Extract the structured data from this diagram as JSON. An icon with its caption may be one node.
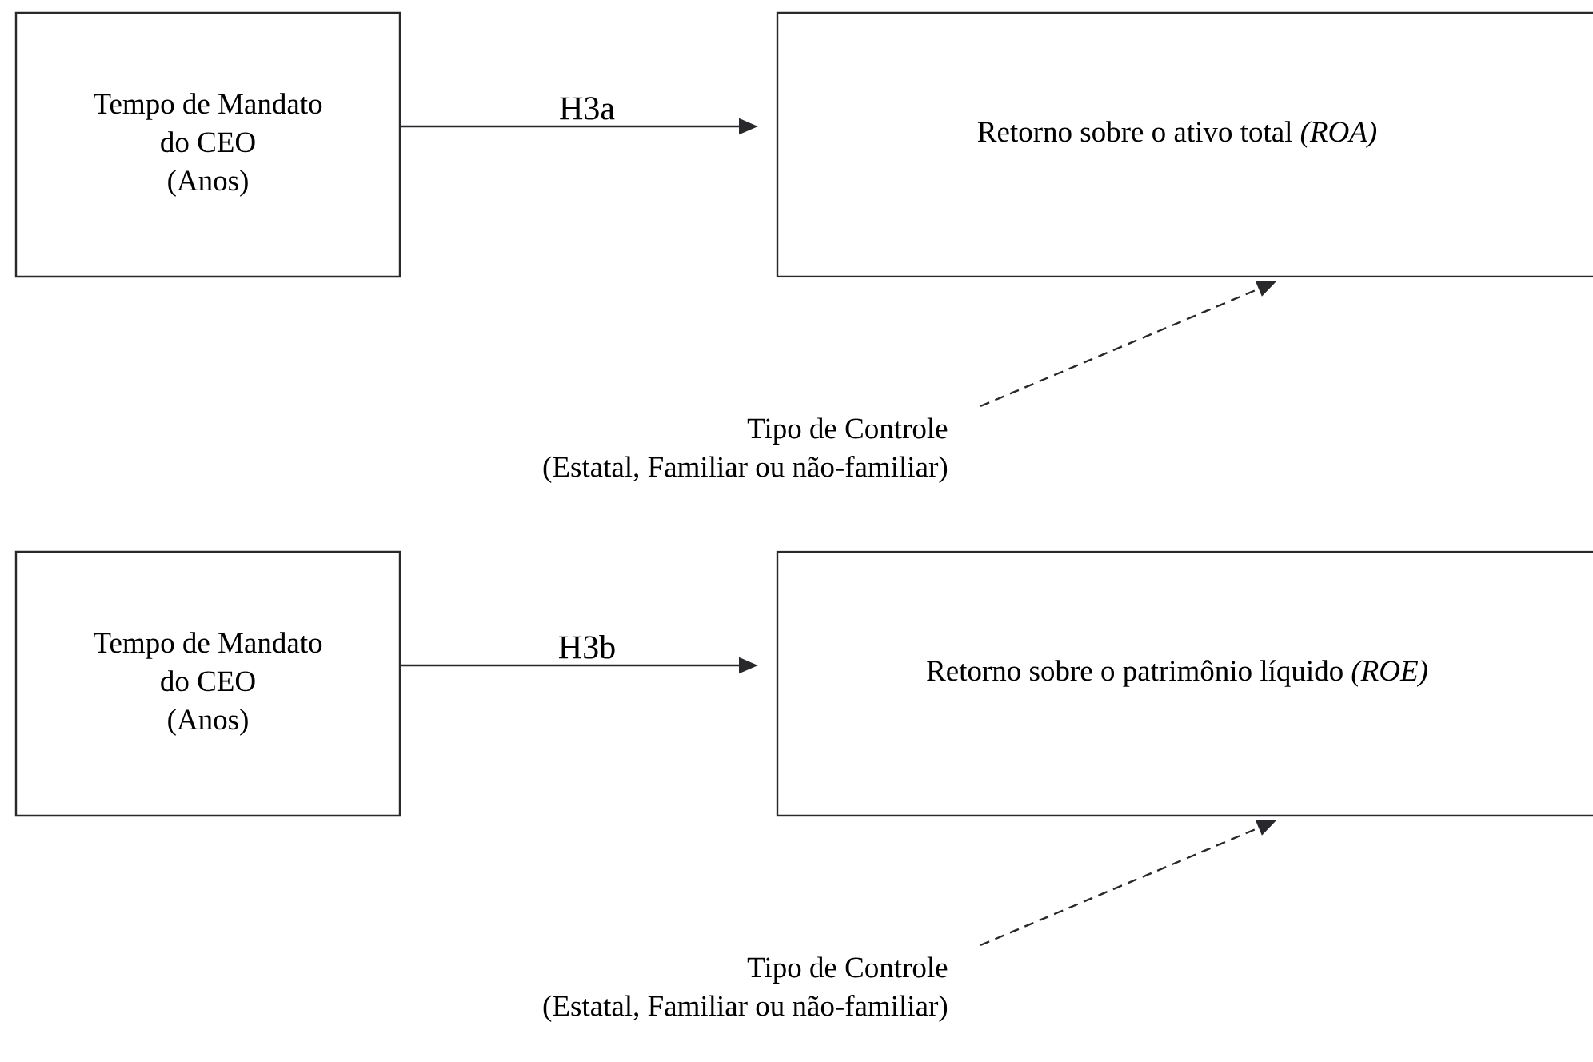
{
  "diagram": {
    "nodes": [
      {
        "text": [
          "Tempo de Mandato do CEO",
          "(Anos)"
        ]
      },
      {
        "text": [
          "Retorno sobre o ativo total *(ROA)*"
        ]
      },
      {
        "text": [
          "Tipo de Controle",
          "(Estatal, Familiar ou não-familiar)"
        ]
      },
      {
        "text": [
          "Tempo de Mandato do CEO",
          "(Anos)"
        ]
      },
      {
        "text": [
          "Retorno sobre o patrimônio líquido *(ROE)*"
        ]
      },
      {
        "text": [
          "Tipo de Controle",
          "(Estatal, Familiar ou não-familiar)"
        ]
      }
    ],
    "edges": [
      {
        "from": 0,
        "to": 1,
        "arrow": "to",
        "label": "H3a"
      },
      {
        "from": 2,
        "to": 1,
        "arrow": "to",
        "style": "dashed"
      },
      {
        "from": 3,
        "to": 4,
        "arrow": "to",
        "label": "H3b"
      },
      {
        "from": 5,
        "to": 4,
        "arrow": "to",
        "style": "dashed"
      }
    ]
  }
}
